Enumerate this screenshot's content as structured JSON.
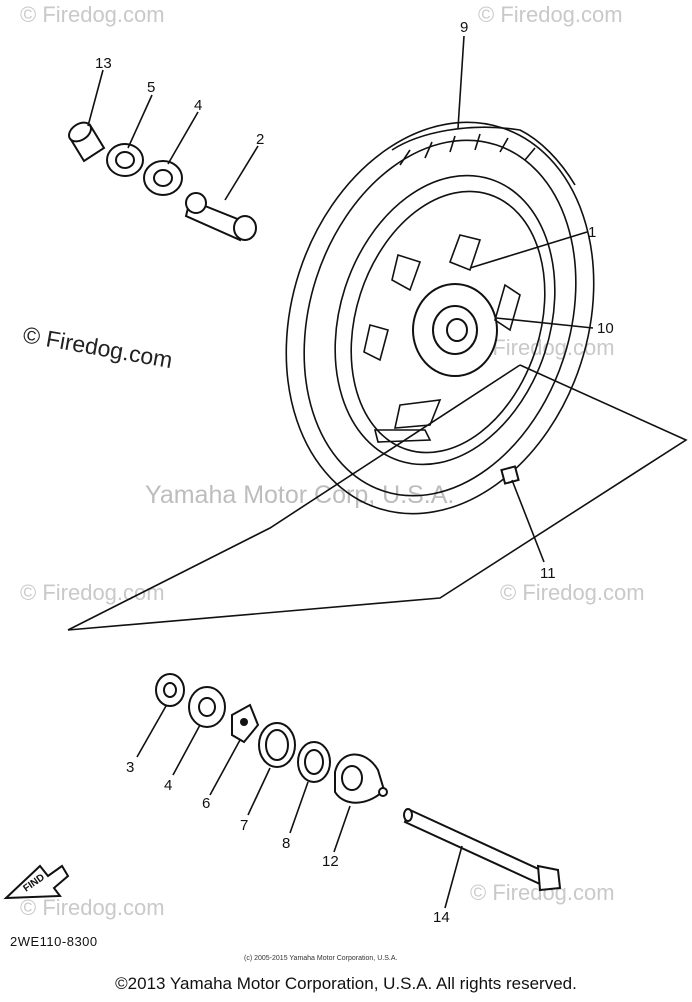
{
  "watermarks": {
    "site": "© Firedog.com",
    "center": "Yamaha Motor Corp, U.S.A."
  },
  "callouts": {
    "c1": "1",
    "c2": "2",
    "c3": "3",
    "c4a": "4",
    "c4b": "4",
    "c5": "5",
    "c6": "6",
    "c7": "7",
    "c8": "8",
    "c9": "9",
    "c10": "10",
    "c11": "11",
    "c12": "12",
    "c13": "13",
    "c14": "14"
  },
  "find_arrow": {
    "label": "FIND"
  },
  "drawing_code": "2WE110-8300",
  "small_copyright": "(c) 2005-2015 Yamaha Motor Corporation, U.S.A.",
  "footer": {
    "copyright": "©2013 Yamaha Motor Corporation, U.S.A. All rights reserved."
  },
  "colors": {
    "ink": "#111111",
    "watermark": "#c9c9c9",
    "background": "#ffffff"
  }
}
